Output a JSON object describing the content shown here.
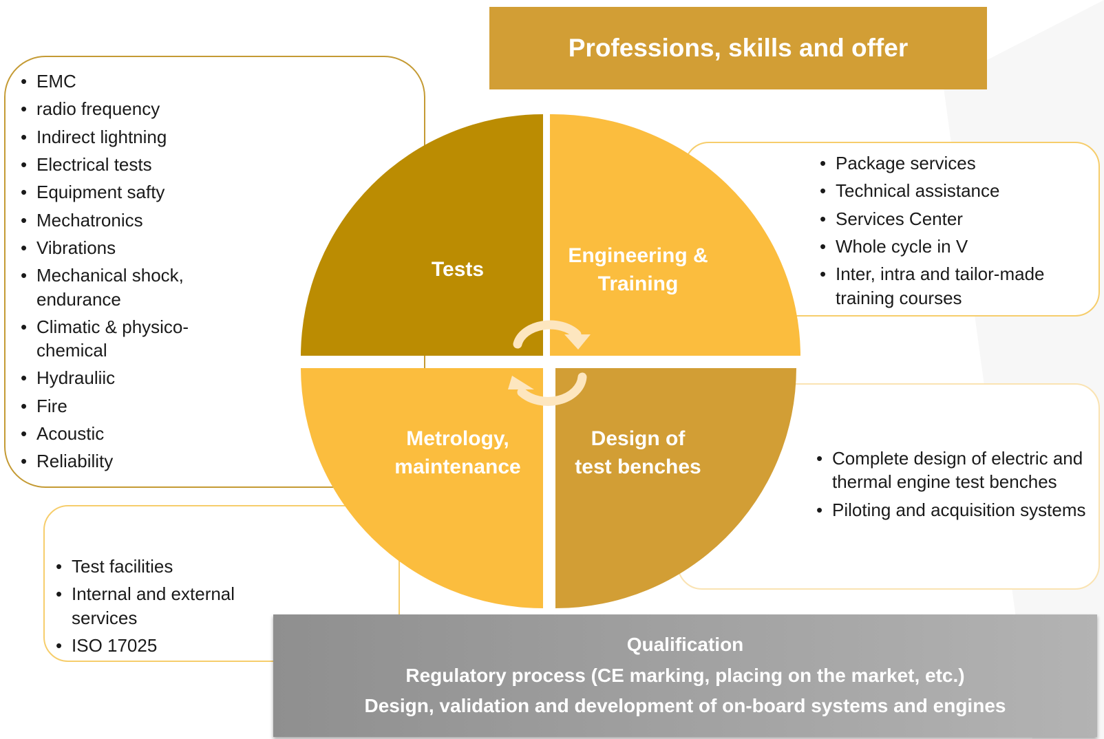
{
  "header": {
    "title": "Professions, skills and offer"
  },
  "quadrants": {
    "tests": {
      "label": "Tests",
      "color": "#bb8c02"
    },
    "engineering": {
      "line1": "Engineering &",
      "line2": "Training",
      "color": "#fbbd3e"
    },
    "design": {
      "line1": "Design of",
      "line2": "test benches",
      "color": "#d29e35"
    },
    "metrology": {
      "line1": "Metrology,",
      "line2": "maintenance",
      "color": "#fbbd3e"
    }
  },
  "tests_list": [
    "EMC",
    "radio frequency",
    "Indirect lightning",
    "Electrical tests",
    "Equipment safty",
    "Mechatronics",
    "Vibrations",
    "Mechanical shock, endurance",
    "Climatic & physico-chemical",
    "Hydrauliic",
    "Fire",
    "Acoustic",
    "Reliability"
  ],
  "engineering_list": [
    "Package services",
    "Technical assistance",
    "Services Center",
    "Whole cycle in V",
    "Inter, intra and tailor-made training courses"
  ],
  "design_list": [
    "Complete design of electric and thermal engine test benches",
    "Piloting and acquisition systems"
  ],
  "metrology_list": [
    "Test facilities",
    "Internal and external services",
    "ISO 17025"
  ],
  "footer": {
    "line1": "Qualification",
    "line2": "Regulatory process (CE marking, placing on the market, etc.)",
    "line3": "Design, validation and development of on-board systems and engines"
  }
}
